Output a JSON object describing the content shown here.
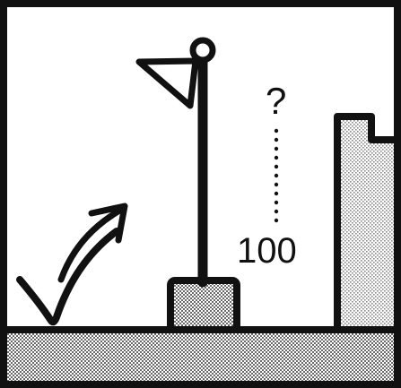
{
  "illustration": {
    "question_mark": "?",
    "height_value": "100",
    "elements": {
      "checkmark": "checkmark-icon",
      "curved_arrow": "curved-arrow-icon",
      "post": "signal-post",
      "tall_block": "tall-stippled-block",
      "ground": "stippled-ground"
    },
    "colors": {
      "ink": "#111111",
      "paper": "#ffffff",
      "stipple_dark": "#9a9a9a",
      "stipple_light": "#d8d8d8"
    }
  }
}
